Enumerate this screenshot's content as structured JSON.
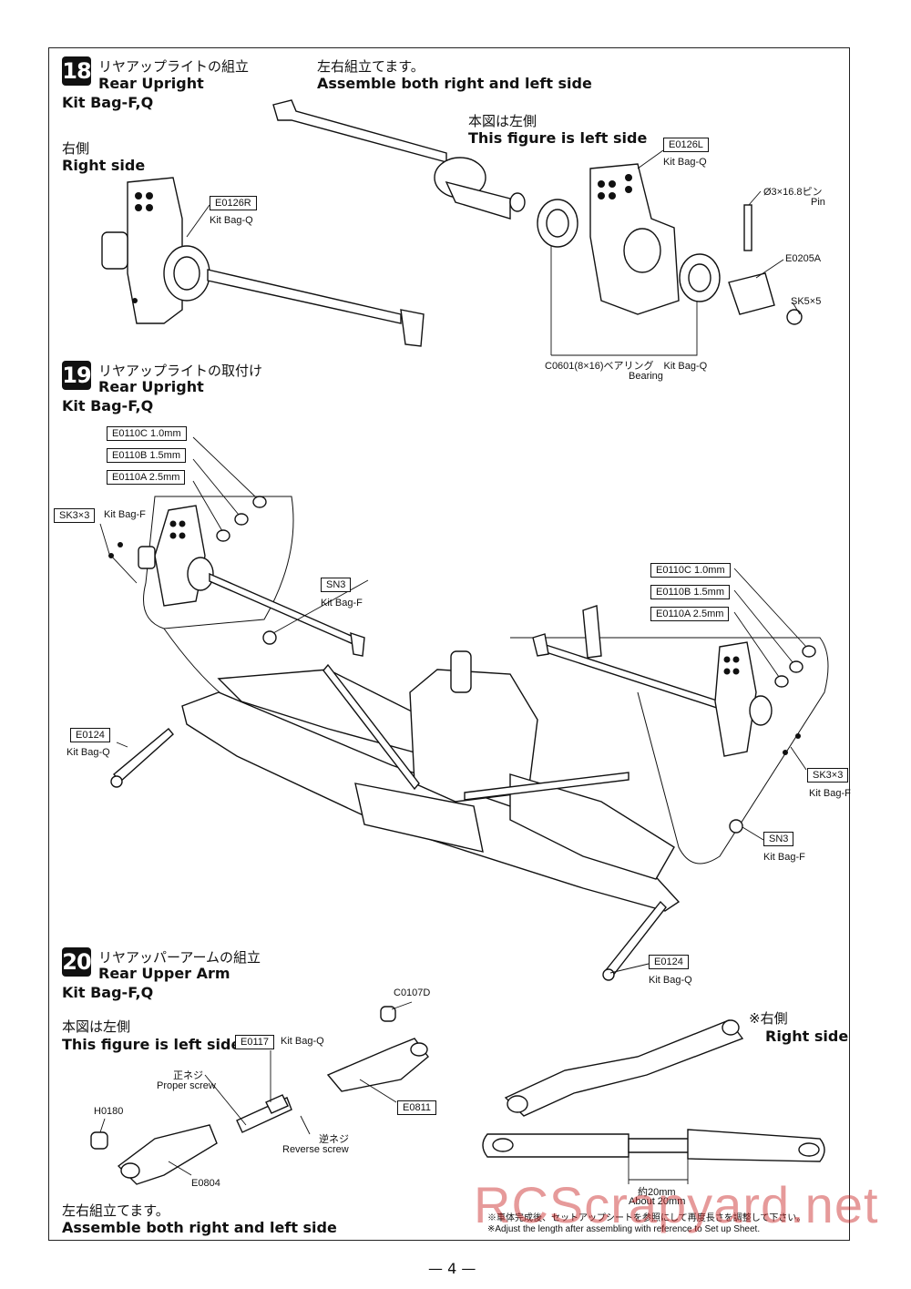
{
  "page_number": "— 4 —",
  "watermark": "RCScrapyard.net",
  "step18": {
    "number": "18",
    "title_jp": "リヤアップライトの組立",
    "title_en": "Rear Upright",
    "kit_bag": "Kit Bag-F,Q",
    "assemble_jp": "左右組立てます。",
    "assemble_en": "Assemble both right and left side",
    "right_side_jp": "右側",
    "right_side_en": "Right side",
    "left_fig_jp": "本図は左側",
    "left_fig_en": "This figure is left side",
    "part_e0126r": "E0126R",
    "part_e0126r_bag": "Kit Bag-Q",
    "part_e0126l": "E0126L",
    "part_e0126l_bag": "Kit Bag-Q",
    "pin_label": "Ø3×16.8ピン",
    "pin_en": "Pin",
    "part_e0205a": "E0205A",
    "part_sk5": "SK5×5",
    "bearing_label": "C0601(8×16)ベアリング　Kit Bag-Q",
    "bearing_en": "Bearing"
  },
  "step19": {
    "number": "19",
    "title_jp": "リヤアップライトの取付け",
    "title_en": "Rear Upright",
    "kit_bag": "Kit Bag-F,Q",
    "shims_left": [
      "E0110C 1.0mm",
      "E0110B 1.5mm",
      "E0110A 2.5mm"
    ],
    "shims_right": [
      "E0110C 1.0mm",
      "E0110B 1.5mm",
      "E0110A 2.5mm"
    ],
    "sk3_left": "SK3×3",
    "sk3_left_bag": "Kit Bag-F",
    "sn3_left": "SN3",
    "sn3_left_bag": "Kit Bag-F",
    "e0124_left": "E0124",
    "e0124_left_bag": "Kit Bag-Q",
    "sk3_right": "SK3×3",
    "sk3_right_bag": "Kit Bag-F",
    "sn3_right": "SN3",
    "sn3_right_bag": "Kit Bag-F",
    "e0124_right": "E0124",
    "e0124_right_bag": "Kit Bag-Q"
  },
  "step20": {
    "number": "20",
    "title_jp": "リヤアッパーアームの組立",
    "title_en": "Rear Upper Arm",
    "kit_bag": "Kit Bag-F,Q",
    "left_fig_jp": "本図は左側",
    "left_fig_en": "This figure is left side",
    "part_e0117": "E0117",
    "part_e0117_bag": "Kit Bag-Q",
    "part_c0107d": "C0107D",
    "proper_jp": "正ネジ",
    "proper_en": "Proper screw",
    "reverse_jp": "逆ネジ",
    "reverse_en": "Reverse screw",
    "part_e0811": "E0811",
    "part_h0180": "H0180",
    "part_e0804": "E0804",
    "right_side_jp": "※右側",
    "right_side_en": "Right side",
    "about_jp": "約20mm",
    "about_en": "About 20mm",
    "assemble_jp": "左右組立てます。",
    "assemble_en": "Assemble both right and left side",
    "note_jp": "※車体完成後、セットアップシートを参照にして再度長さを調整して下さい。",
    "note_en": "※Adjust the length after assembling with reference to Set up Sheet."
  }
}
